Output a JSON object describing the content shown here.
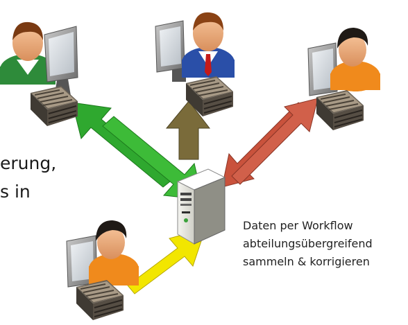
{
  "left_text": {
    "line1": "erung,",
    "line2": "s in"
  },
  "caption": {
    "line1": "Daten per Workflow",
    "line2": "abteilungsübergreifend",
    "line3": "sammeln & korrigieren"
  },
  "icons": {
    "user": "user-workstation-icon",
    "server": "server-icon",
    "arrow": "arrow-icon"
  },
  "colors": {
    "green_arrow": "#2fa82f",
    "olive_arrow": "#7a6b3a",
    "red_arrow": "#c9523c",
    "yellow_arrow": "#f2e600",
    "green_shirt": "#2e8b3a",
    "blue_suit": "#2a4fa8",
    "orange_shirt": "#f08a1c"
  }
}
